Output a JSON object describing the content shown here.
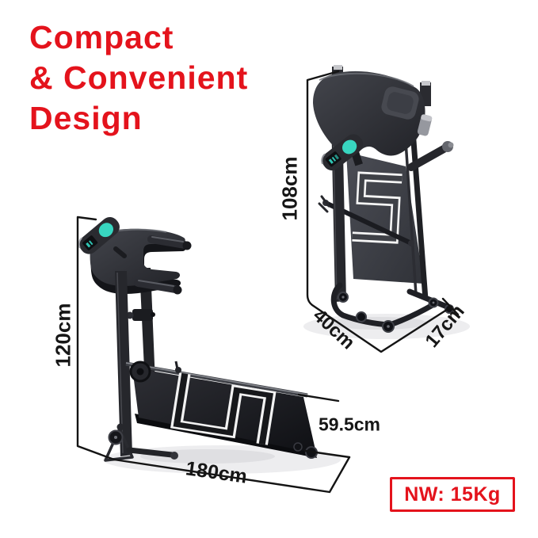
{
  "headline": {
    "line1": "Compact",
    "line2": "& Convenient",
    "line3": "Design"
  },
  "dimension_labels": {
    "folded_height": "108cm",
    "folded_depth": "40cm",
    "folded_width": "17cm",
    "unfolded_height": "120cm",
    "unfolded_length": "180cm",
    "belt_width": "59.5cm"
  },
  "badge": {
    "net_weight": "NW: 15Kg"
  },
  "colors": {
    "accent_red": "#e4131c",
    "console_teal": "#38d6c0",
    "dimension_text": "#161616"
  }
}
